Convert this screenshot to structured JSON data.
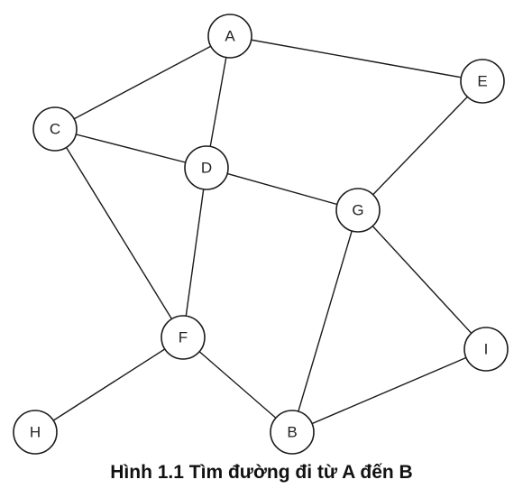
{
  "diagram": {
    "type": "graph",
    "nodes": [
      {
        "id": "A",
        "label": "A"
      },
      {
        "id": "E",
        "label": "E"
      },
      {
        "id": "C",
        "label": "C"
      },
      {
        "id": "D",
        "label": "D"
      },
      {
        "id": "G",
        "label": "G"
      },
      {
        "id": "F",
        "label": "F"
      },
      {
        "id": "I",
        "label": "I"
      },
      {
        "id": "H",
        "label": "H"
      },
      {
        "id": "B",
        "label": "B"
      }
    ],
    "edges": [
      [
        "A",
        "E"
      ],
      [
        "A",
        "C"
      ],
      [
        "A",
        "D"
      ],
      [
        "C",
        "D"
      ],
      [
        "C",
        "F"
      ],
      [
        "D",
        "G"
      ],
      [
        "D",
        "F"
      ],
      [
        "E",
        "G"
      ],
      [
        "G",
        "B"
      ],
      [
        "G",
        "I"
      ],
      [
        "F",
        "H"
      ],
      [
        "F",
        "B"
      ],
      [
        "B",
        "I"
      ]
    ]
  },
  "caption": "Hình 1.1 Tìm đường đi từ A đến B",
  "colors": {
    "stroke": "#1a1a1a",
    "node_fill": "#ffffff",
    "text": "#222222"
  }
}
